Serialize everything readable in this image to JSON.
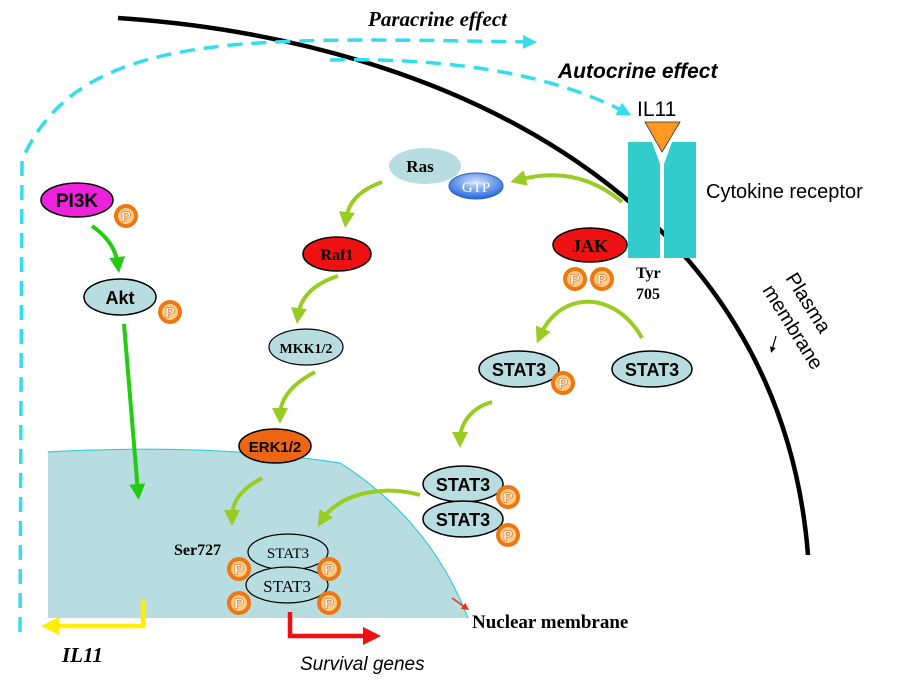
{
  "labels": {
    "paracrine": "Paracrine effect",
    "autocrine": "Autocrine effect",
    "ligand": "IL11",
    "receptor": "Cytokine receptor",
    "tyr_line1": "Tyr",
    "tyr_line2": "705",
    "plasma_line1": "Plasma",
    "plasma_line2": "membrane",
    "nuclear_membrane": "Nuclear membrane",
    "il11_output": "IL11",
    "survival_genes": "Survival genes",
    "ser727": "Ser727"
  },
  "nodes": {
    "pi3k": "PI3K",
    "akt": "Akt",
    "ras": "Ras",
    "gtp": "GTP",
    "raf1": "Raf1",
    "mkk": "MKK1/2",
    "erk": "ERK1/2",
    "jak": "JAK",
    "stat3_p": "STAT3",
    "stat3_free": "STAT3",
    "stat3_dimer_top": "STAT3",
    "stat3_dimer_bottom": "STAT3",
    "stat3_nuc_top": "STAT3",
    "stat3_nuc_bottom": "STAT3"
  },
  "phospho_label": "P",
  "colors": {
    "membrane": "#000000",
    "nucleus_fill": "#b8dde0",
    "nucleus_edge": "#33ccdd",
    "paracrine_dash": "#33ddee",
    "pathway_arrow": "#99cc22",
    "akt_arrow": "#22cc11",
    "receptor": "#33cccc",
    "ligand": "#ff9922",
    "pi3k": "#ee22dd",
    "raf1_jak": "#ee1111",
    "erk": "#ee6611",
    "light_node": "#b8dde0",
    "phospho": "#ee7711",
    "il11_arrow": "#ffee00",
    "survival_arrow": "#ee1111",
    "nuclear_pointer": "#ee3311"
  }
}
